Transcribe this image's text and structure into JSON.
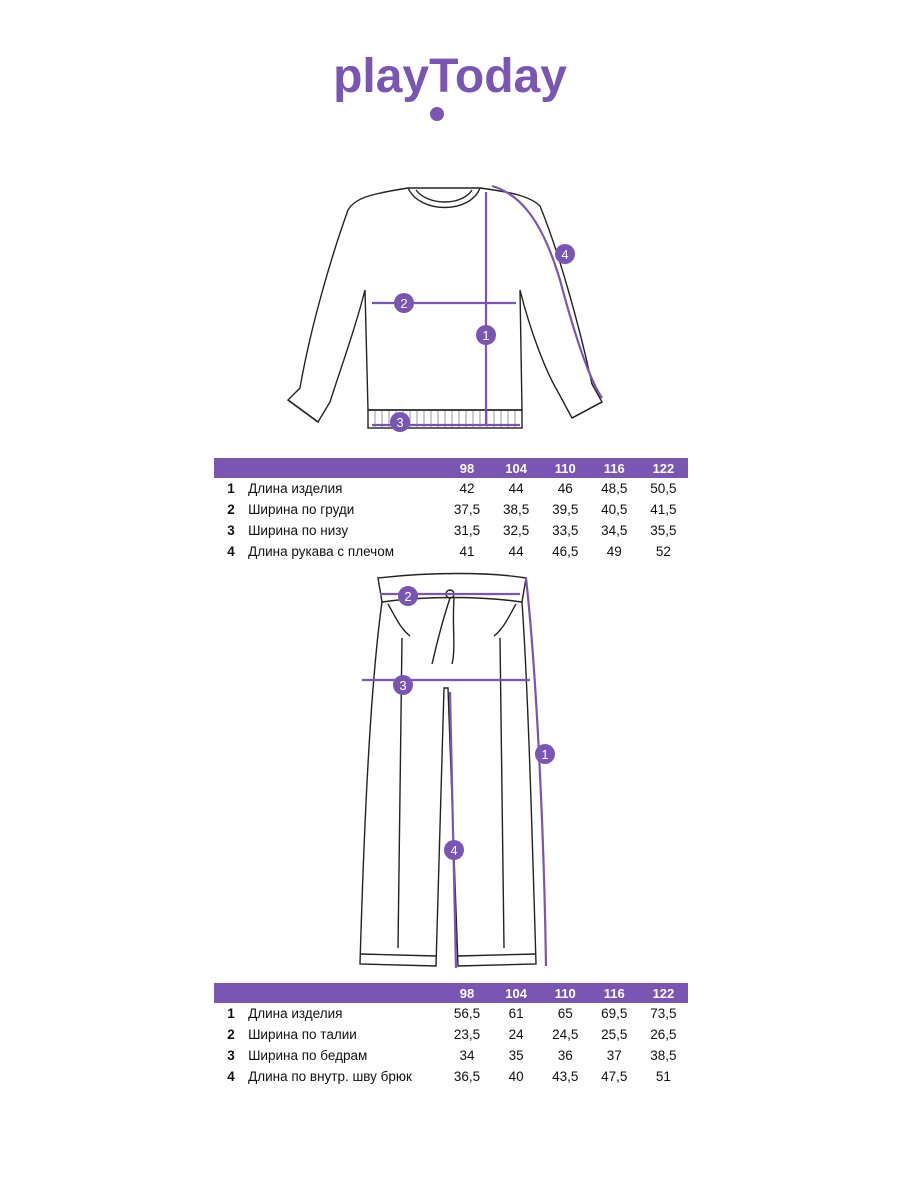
{
  "brand": {
    "logo_text": "playToday",
    "color": "#7b55b3"
  },
  "sweater": {
    "markers": [
      "1",
      "2",
      "3",
      "4"
    ]
  },
  "pants": {
    "markers": [
      "1",
      "2",
      "3",
      "4"
    ]
  },
  "sweater_table": {
    "sizes": [
      "98",
      "104",
      "110",
      "116",
      "122"
    ],
    "rows": [
      {
        "num": "1",
        "name": "Длина изделия",
        "values": [
          "42",
          "44",
          "46",
          "48,5",
          "50,5"
        ]
      },
      {
        "num": "2",
        "name": "Ширина по груди",
        "values": [
          "37,5",
          "38,5",
          "39,5",
          "40,5",
          "41,5"
        ]
      },
      {
        "num": "3",
        "name": "Ширина по низу",
        "values": [
          "31,5",
          "32,5",
          "33,5",
          "34,5",
          "35,5"
        ]
      },
      {
        "num": "4",
        "name": "Длина рукава с плечом",
        "values": [
          "41",
          "44",
          "46,5",
          "49",
          "52"
        ]
      }
    ]
  },
  "pants_table": {
    "sizes": [
      "98",
      "104",
      "110",
      "116",
      "122"
    ],
    "rows": [
      {
        "num": "1",
        "name": "Длина изделия",
        "values": [
          "56,5",
          "61",
          "65",
          "69,5",
          "73,5"
        ]
      },
      {
        "num": "2",
        "name": "Ширина по талии",
        "values": [
          "23,5",
          "24",
          "24,5",
          "25,5",
          "26,5"
        ]
      },
      {
        "num": "3",
        "name": "Ширина по бедрам",
        "values": [
          "34",
          "35",
          "36",
          "37",
          "38,5"
        ]
      },
      {
        "num": "4",
        "name": "Длина по внутр. шву брюк",
        "values": [
          "36,5",
          "40",
          "43,5",
          "47,5",
          "51"
        ]
      }
    ]
  }
}
